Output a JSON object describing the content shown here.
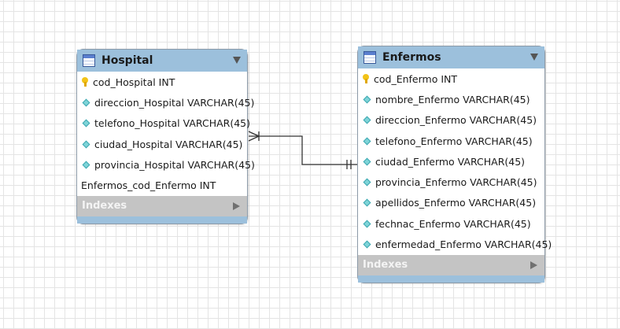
{
  "tables": {
    "hospital": {
      "name": "Hospital",
      "pk": "cod_Hospital INT",
      "columns": [
        "direccion_Hospital VARCHAR(45)",
        "telefono_Hospital VARCHAR(45)",
        "ciudad_Hospital VARCHAR(45)",
        "provincia_Hospital VARCHAR(45)"
      ],
      "fk_plain": "Enfermos_cod_Enfermo INT",
      "indexes_label": "Indexes"
    },
    "enfermos": {
      "name": "Enfermos",
      "pk": "cod_Enfermo INT",
      "columns": [
        "nombre_Enfermo VARCHAR(45)",
        "direccion_Enfermo VARCHAR(45)",
        "telefono_Enfermo VARCHAR(45)",
        "ciudad_Enfermo VARCHAR(45)",
        "provincia_Enfermo VARCHAR(45)",
        "apellidos_Enfermo VARCHAR(45)",
        "fechnac_Enfermo VARCHAR(45)",
        "enfermedad_Enfermo VARCHAR(45)"
      ],
      "indexes_label": "Indexes"
    }
  },
  "relationship": {
    "from": "Hospital",
    "to": "Enfermos",
    "from_cardinality": "one-or-many",
    "to_cardinality": "exactly-one"
  },
  "colors": {
    "header": "#9cc0dc",
    "border": "#8c9aa8",
    "indexes_bg": "#c4c4c4",
    "grid": "#e4e4e4",
    "pk_key": "#f2c318",
    "column_diamond": "#7fd4d8"
  },
  "icons": {
    "table": "table-grid-icon",
    "primary_key": "key-icon",
    "column": "diamond-icon",
    "collapse": "triangle-down-icon",
    "expand": "triangle-right-icon"
  }
}
